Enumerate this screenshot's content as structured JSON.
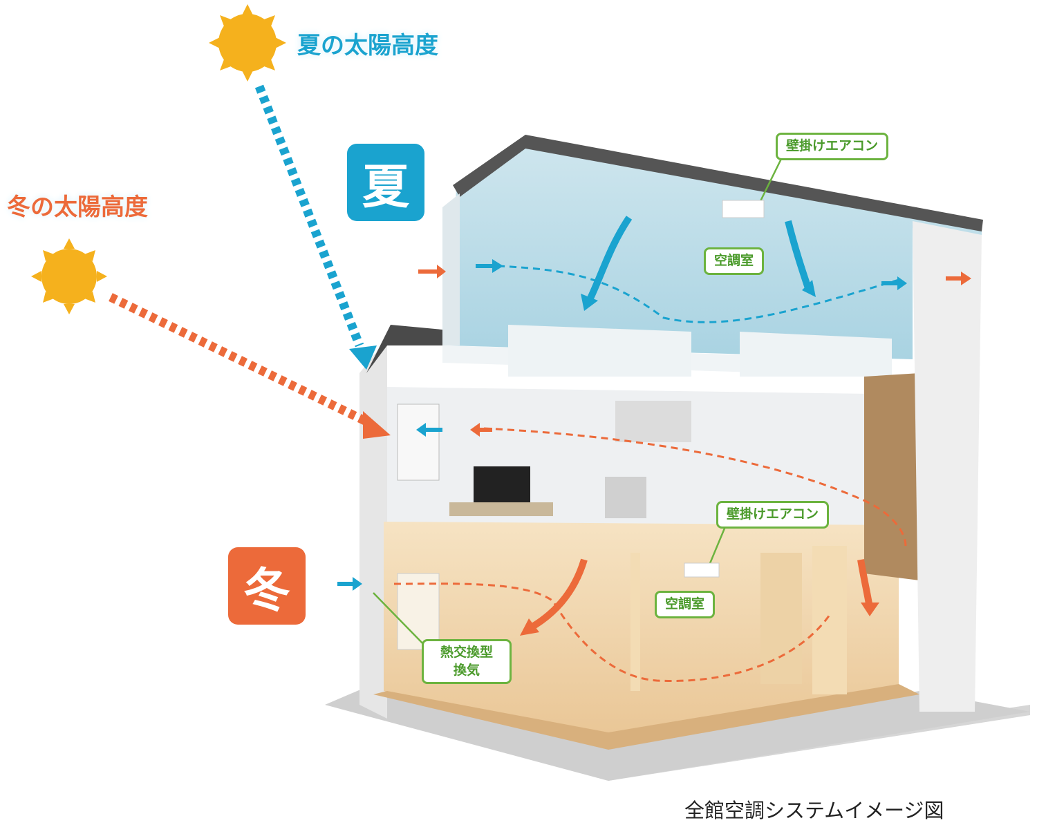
{
  "summer": {
    "sun_label": "夏の太陽高度",
    "badge": "夏",
    "color": "#1aa3cf"
  },
  "winter": {
    "sun_label": "冬の太陽高度",
    "badge": "冬",
    "color": "#ec6a3a"
  },
  "tags": {
    "upper_aircon": "壁掛けエアコン",
    "upper_room": "空調室",
    "lower_aircon": "壁掛けエアコン",
    "lower_room": "空調室",
    "ventilation_line1": "熱交換型",
    "ventilation_line2": "換気"
  },
  "caption": "全館空調システムイメージ図"
}
